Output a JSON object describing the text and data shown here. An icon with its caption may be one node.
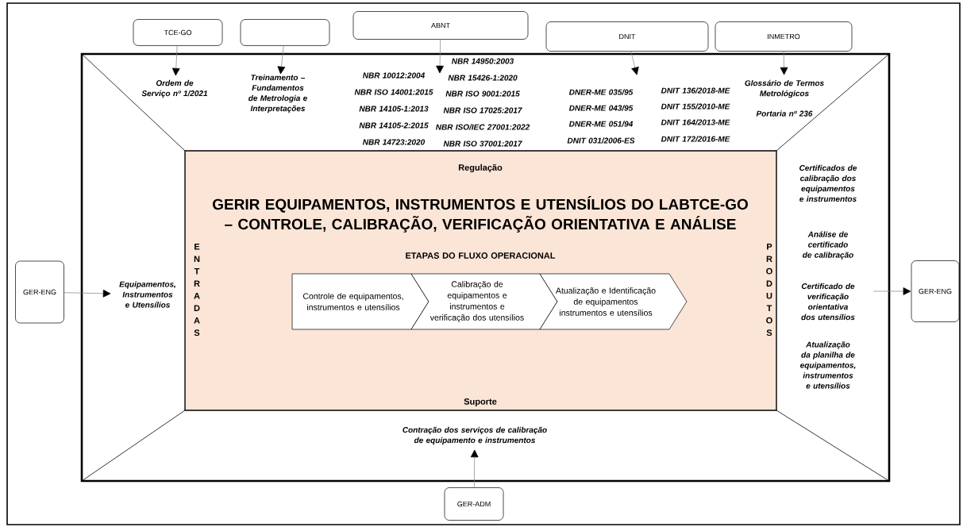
{
  "diagram": {
    "nodes": [
      {
        "text": [
          "TCE-GO"
        ]
      },
      {
        "text": [],
        "shape": "box"
      },
      {
        "text": [
          "ABNT"
        ]
      },
      {
        "text": [
          "DNIT"
        ]
      },
      {
        "text": [
          "INMETRO"
        ]
      },
      {
        "text": [
          "Ordem de Serviço nº 1/2021"
        ]
      },
      {
        "text": [
          "Treinamento – Fundamentos de Metrologia e Interpretações"
        ]
      },
      {
        "text": [
          "NBR 10012:2004",
          "NBR ISO 14001:2015",
          "NBR 14105-1:2013",
          "NBR 14105-2:2015",
          "NBR 14723:2020",
          "NBR 14950:2003",
          "NBR 15426-1:2020",
          "NBR ISO 9001:2015",
          "NBR ISO 17025:2017",
          "NBR ISO/IEC 27001:2022",
          "NBR ISO 37001:2017"
        ]
      },
      {
        "text": [
          "DNER-ME 035/95",
          "DNIT 136/2018-ME",
          "DNER-ME 043/95",
          "DNIT 155/2010-ME",
          "DNER-ME 051/94",
          "DNIT 164/2013-ME",
          "DNIT 031/2006-ES",
          "DNIT 172/2016-ME"
        ]
      },
      {
        "text": [
          "Glossário de Termos Metrológicos",
          "Portaria nº 236"
        ]
      },
      {
        "text": [
          "GER-ENG"
        ]
      },
      {
        "text": [
          "Equipamentos, Instrumentos e Utensílios"
        ]
      },
      {
        "text": [
          "Regulação",
          "GERIR EQUIPAMENTOS, INSTRUMENTOS E UTENSÍLIOS DO LABTCE-GO – CONTROLE, CALIBRAÇÃO, VERIFICAÇÃO ORIENTATIVA E ANÁLISE",
          "ETAPAS DO FLUXO OPERACIONAL",
          "ENTRADAS",
          "PRODUTOS",
          "Suporte"
        ]
      },
      {
        "text": [
          "Controle de equipamentos, instrumentos e utensílios"
        ],
        "in": 12
      },
      {
        "text": [
          "Calibração de equipamentos e instrumentos e verificação dos utensílios"
        ],
        "in": 12
      },
      {
        "text": [
          "Atualização e Identificação de equipamentos instrumentos e utensílios"
        ],
        "in": 12
      },
      {
        "text": [
          "Certificados de calibração dos equipamentos e instrumentos",
          "Análise de certificado de calibração",
          "Certificado de verificação orientativa dos utensílios",
          "Atualização da planilha de equipamentos, instrumentos e utensílios"
        ]
      },
      {
        "text": [
          "GER-ENG"
        ]
      },
      {
        "text": [
          "Contração dos serviços de calibração de equipamento e instrumentos"
        ]
      },
      {
        "text": [
          "GER-ADM"
        ]
      }
    ],
    "edges": [
      {
        "from": 0,
        "to": 5,
        "arrow": "to"
      },
      {
        "from": 1,
        "to": 6,
        "arrow": "to"
      },
      {
        "from": 2,
        "to": 7,
        "arrow": "to"
      },
      {
        "from": 3,
        "to": 8,
        "arrow": "to"
      },
      {
        "from": 4,
        "to": 9,
        "arrow": "to"
      },
      {
        "from": 10,
        "to": 11,
        "arrow": "to"
      },
      {
        "from": 16,
        "to": 17,
        "arrow": "to"
      },
      {
        "from": 19,
        "to": 18,
        "arrow": "to"
      }
    ]
  }
}
